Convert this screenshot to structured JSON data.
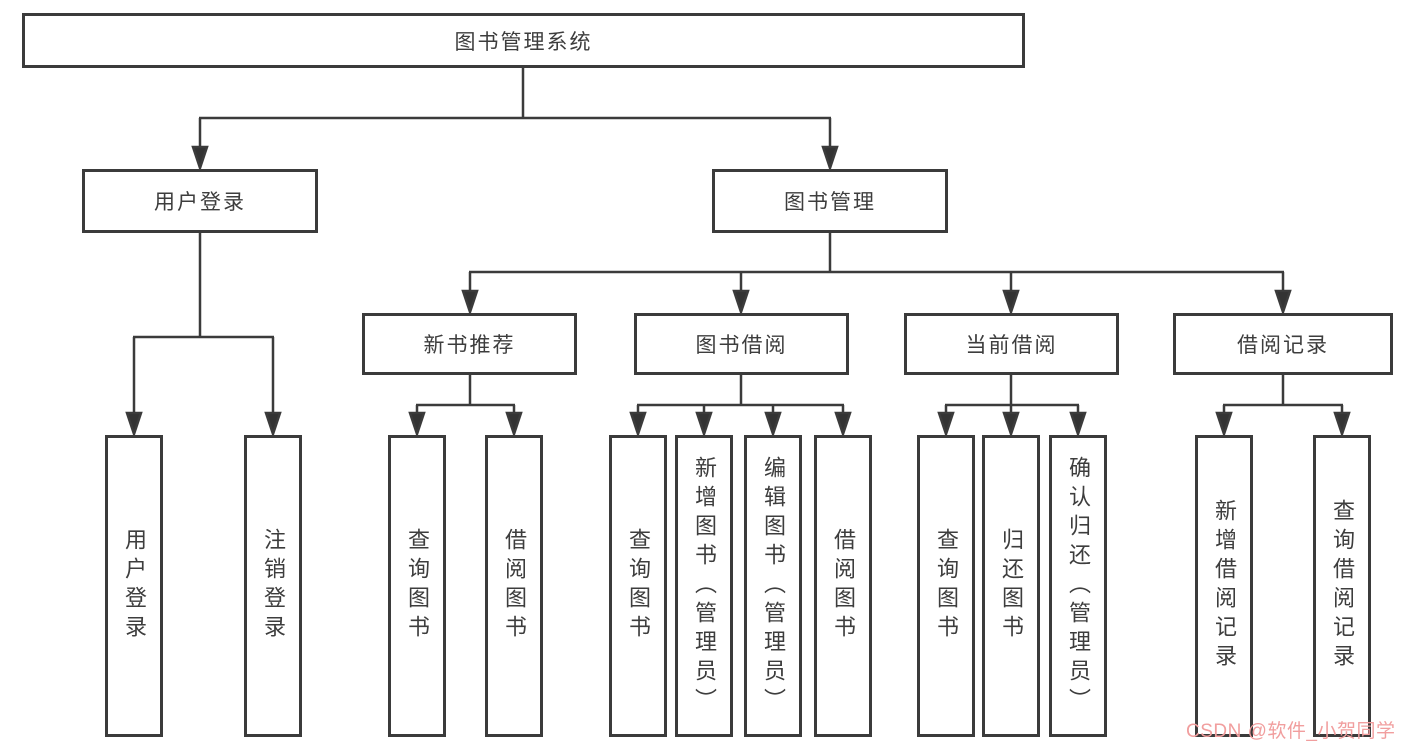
{
  "title": "图书管理系统",
  "branches": [
    {
      "label": "用户登录",
      "children": [
        {
          "label": "用户登录"
        },
        {
          "label": "注销登录"
        }
      ]
    },
    {
      "label": "图书管理",
      "groups": [
        {
          "label": "新书推荐",
          "children": [
            {
              "label": "查询图书"
            },
            {
              "label": "借阅图书"
            }
          ]
        },
        {
          "label": "图书借阅",
          "children": [
            {
              "label": "查询图书"
            },
            {
              "label": "新增图书（管理员）"
            },
            {
              "label": "编辑图书（管理员）"
            },
            {
              "label": "借阅图书"
            }
          ]
        },
        {
          "label": "当前借阅",
          "children": [
            {
              "label": "查询图书"
            },
            {
              "label": "归还图书"
            },
            {
              "label": "确认归还（管理员）"
            }
          ]
        },
        {
          "label": "借阅记录",
          "children": [
            {
              "label": "新增借阅记录"
            },
            {
              "label": "查询借阅记录"
            }
          ]
        }
      ]
    }
  ],
  "watermark": "CSDN @软件_小贺同学",
  "colors": {
    "line": "#3b3b3b",
    "box_border": "#3b3b3b",
    "text": "#3d3d3d",
    "watermark": "#f19e9e",
    "background": "#ffffff"
  }
}
